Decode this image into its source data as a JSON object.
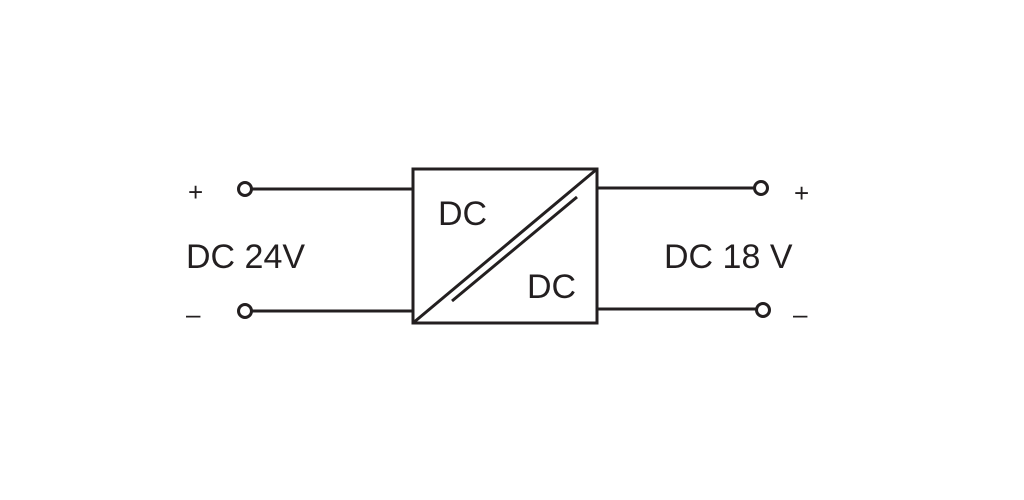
{
  "converter": {
    "input_type": "DC",
    "output_type": "DC"
  },
  "input": {
    "label": "DC 24V",
    "plus": "+",
    "minus": "–"
  },
  "output": {
    "label": "DC 18 V",
    "plus": "+",
    "minus": "–"
  },
  "colors": {
    "line": "#231f20",
    "background": "#ffffff"
  }
}
